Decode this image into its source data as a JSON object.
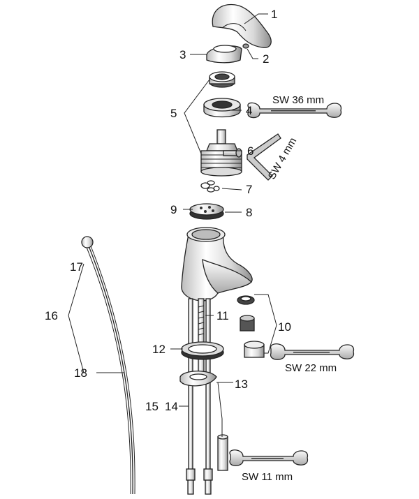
{
  "callouts": {
    "n1": "1",
    "n2": "2",
    "n3": "3",
    "n4": "4",
    "n5": "5",
    "n6": "6",
    "n7": "7",
    "n8": "8",
    "n9": "9",
    "n10": "10",
    "n11": "11",
    "n12": "12",
    "n13": "13",
    "n14": "14",
    "n15": "15",
    "n16": "16",
    "n17": "17",
    "n18": "18"
  },
  "tools": {
    "sw36": "SW 36 mm",
    "sw4": "SW 4 mm",
    "sw22": "SW 22 mm",
    "sw11": "SW 11 mm"
  },
  "colors": {
    "line": "#222222",
    "part_light": "#f2f2f2",
    "part_mid": "#cfcfcf",
    "part_dark": "#7a7a7a"
  }
}
